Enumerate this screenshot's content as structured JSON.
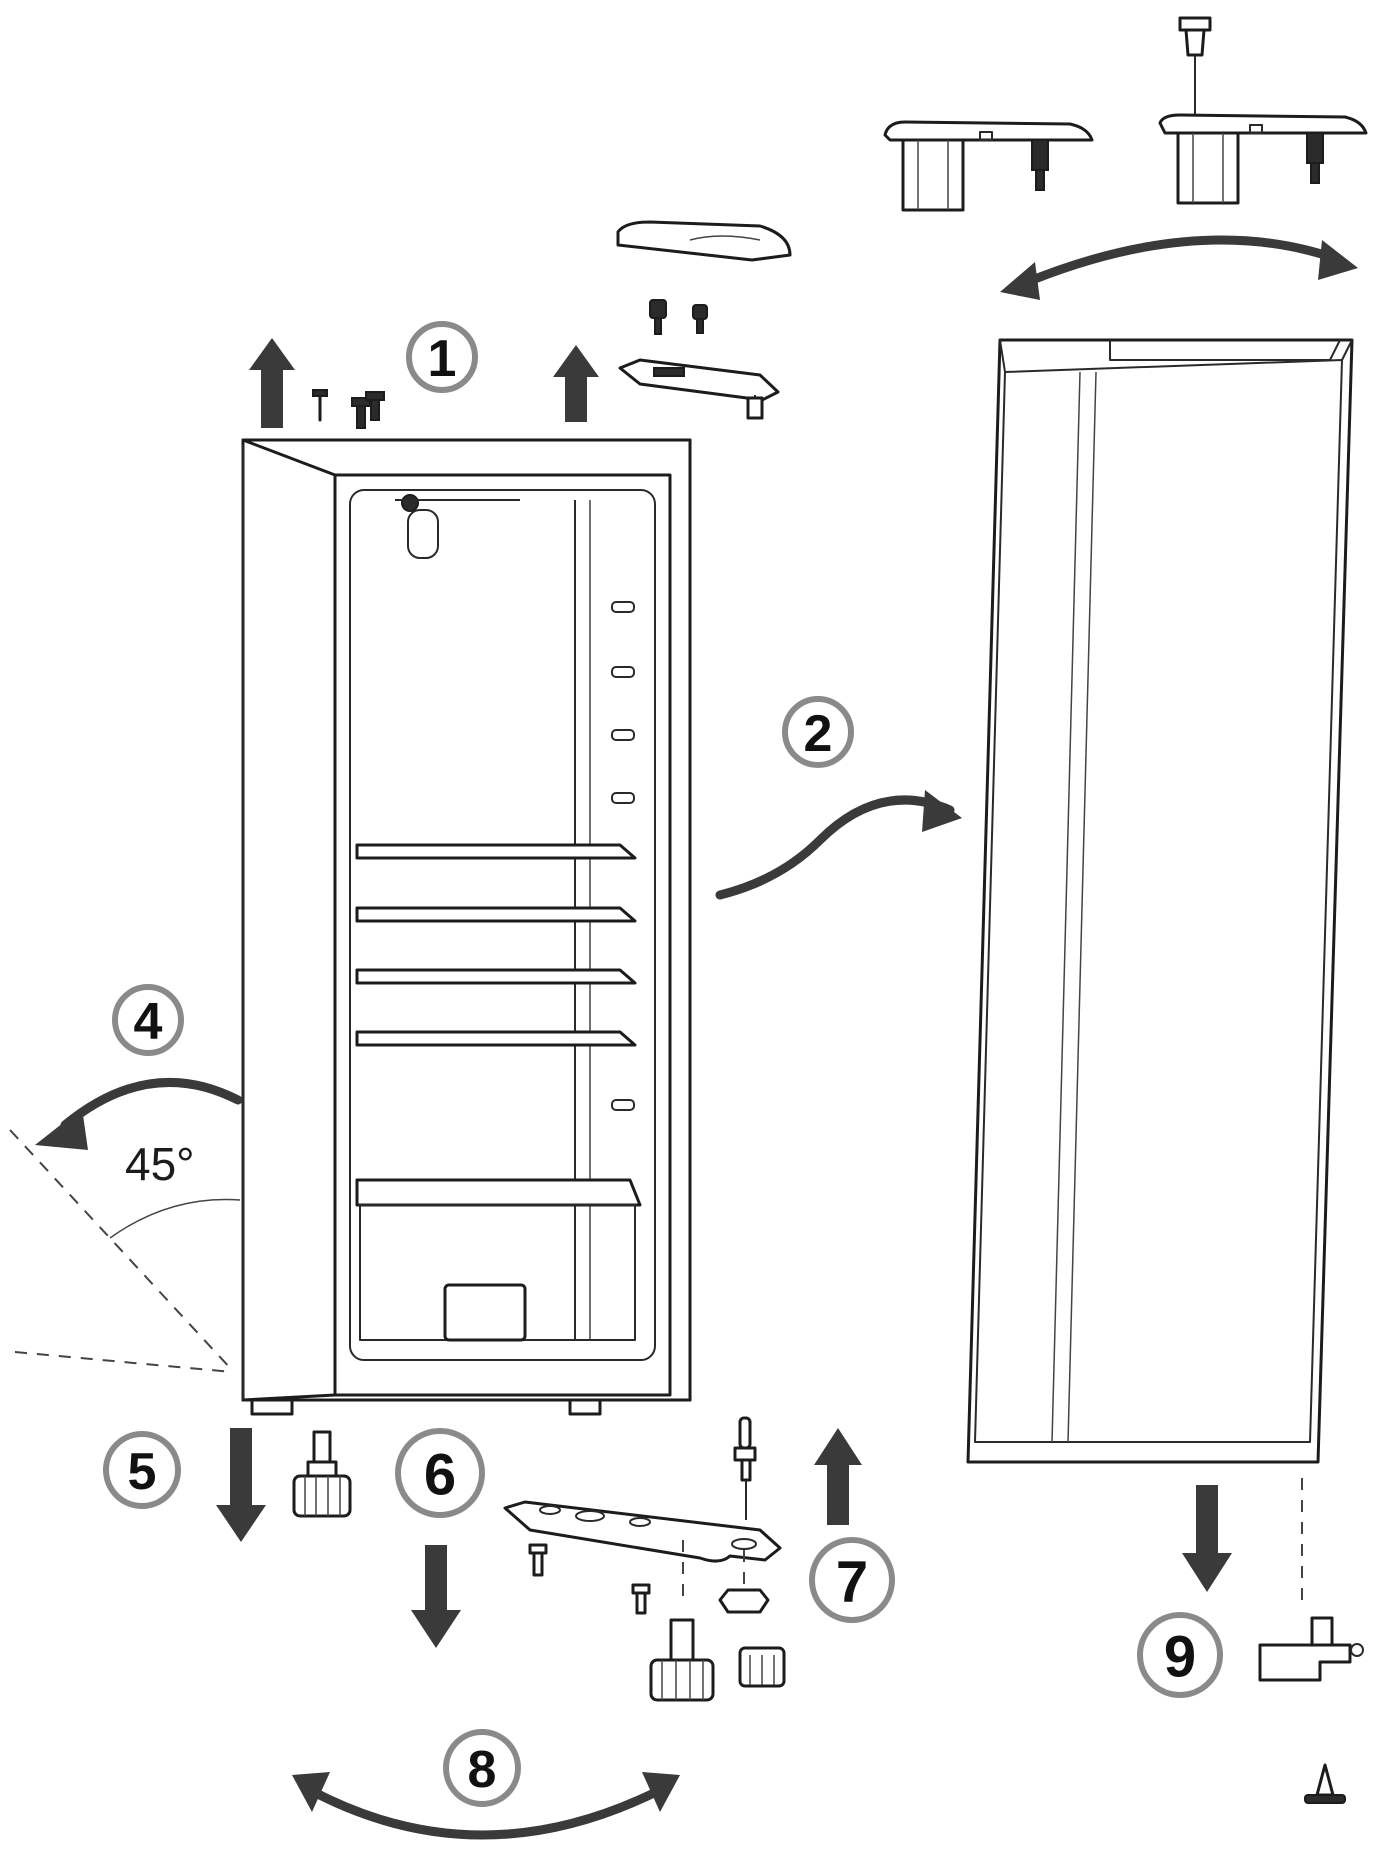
{
  "steps": [
    {
      "label": "1"
    },
    {
      "label": "2"
    },
    {
      "label": "4"
    },
    {
      "label": "5"
    },
    {
      "label": "6"
    },
    {
      "label": "7"
    },
    {
      "label": "8"
    },
    {
      "label": "9"
    }
  ],
  "tilt_angle": "45°",
  "colors": {
    "line": "#1c1c1c",
    "arrow": "#3a3a3a",
    "badge_ring": "#8a8a8a",
    "background": "#ffffff"
  }
}
